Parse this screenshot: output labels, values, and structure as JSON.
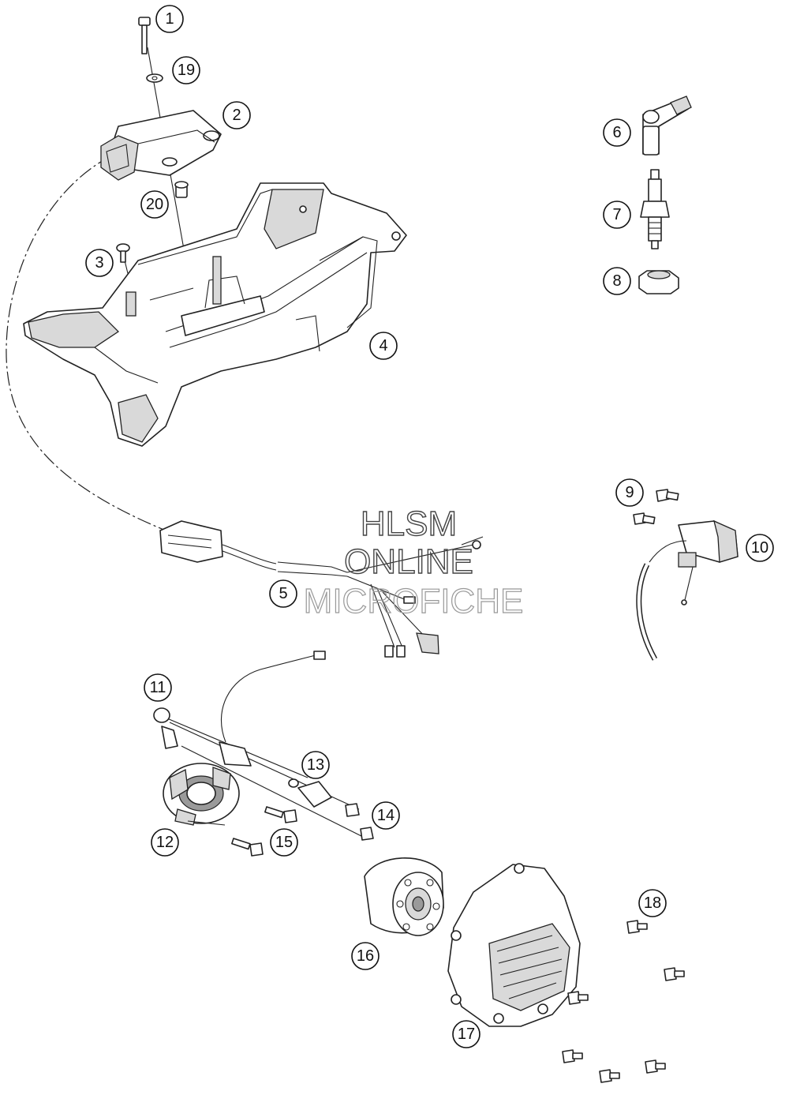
{
  "watermark": {
    "line1": "HLSM",
    "line2": "ONLINE",
    "line3": "MICROFICHE"
  },
  "callouts": {
    "c1": "1",
    "c2": "2",
    "c3": "3",
    "c4": "4",
    "c5": "5",
    "c6": "6",
    "c7": "7",
    "c8": "8",
    "c9": "9",
    "c10": "10",
    "c11": "11",
    "c12": "12",
    "c13": "13",
    "c14": "14",
    "c15": "15",
    "c16": "16",
    "c17": "17",
    "c18": "18",
    "c19": "19",
    "c20": "20"
  }
}
